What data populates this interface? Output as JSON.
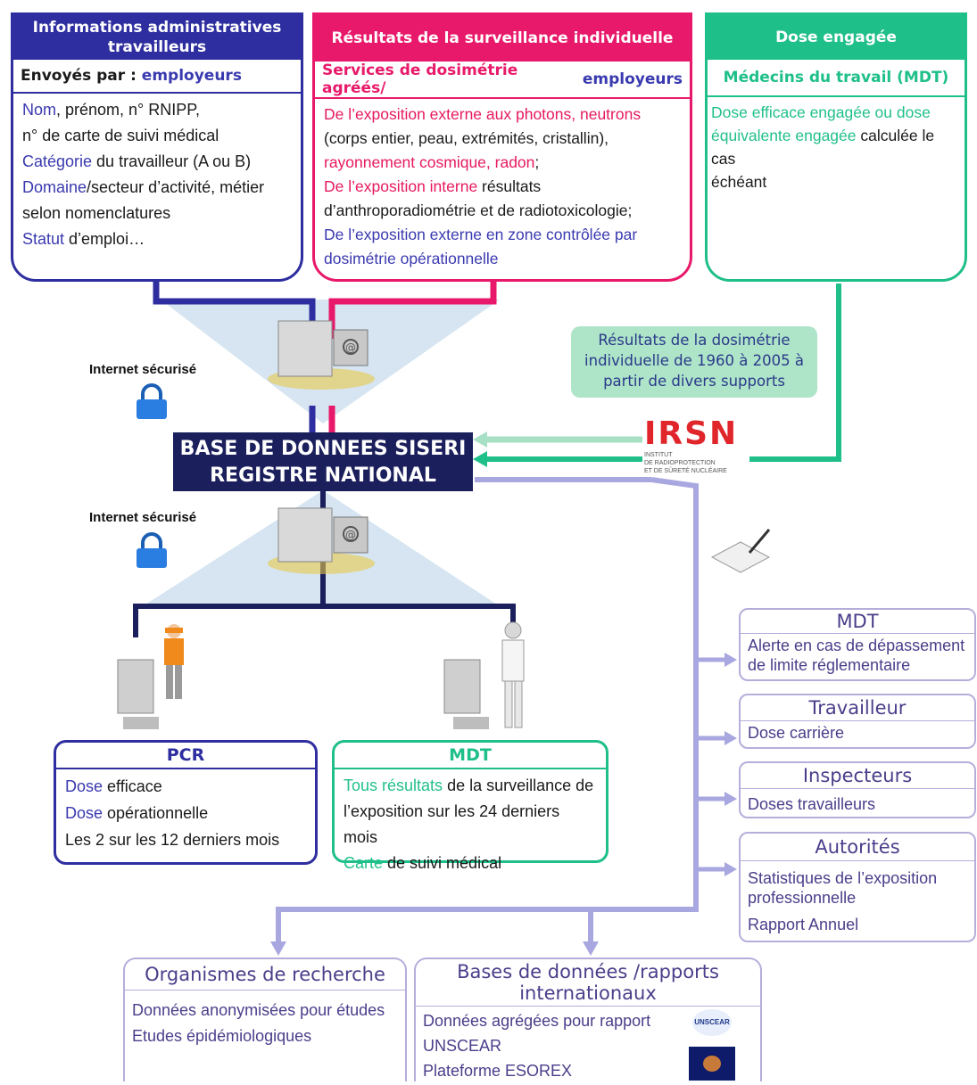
{
  "admin": {
    "title": "Informations administratives travailleurs",
    "sent_prefix": "Envoyés par : ",
    "sent_value": "employeurs",
    "lines": [
      {
        "hl": "Nom",
        "rest": ", prénom, n° RNIPP,"
      },
      {
        "hl": "",
        "rest": "n° de carte de suivi médical"
      },
      {
        "hl": "Catégorie",
        "rest": " du travailleur (A ou B)"
      },
      {
        "hl": "Domaine",
        "rest": "/secteur d’activité, métier"
      },
      {
        "hl": "",
        "rest": "selon nomenclatures"
      },
      {
        "hl": "Statut",
        "rest": " d’emploi…"
      }
    ],
    "color": "#2e2ea0"
  },
  "results": {
    "title": "Résultats de la surveillance individuelle",
    "sub_prefix": "Services de dosimétrie agréés/ ",
    "sub_value": "employeurs",
    "l1": "De l’exposition externe aux photons, neutrons",
    "l2": "(corps entier, peau, extrémités, cristallin),",
    "l3": "rayonnement cosmique, radon",
    "l3b": ";",
    "l4a": "De l’exposition interne",
    "l4b": " résultats",
    "l5": "d’anthroporadiométrie et de radiotoxicologie;",
    "l6": "De l’exposition externe en zone contrôlée par",
    "l7": "dosimétrie opérationnelle",
    "color": "#e8196a"
  },
  "dose": {
    "title": "Dose engagée",
    "sub": "Médecins du travail (MDT)",
    "l1": "Dose efficace engagée ou dose",
    "l2a": "équivalente engagée",
    "l2b": " calculée le cas",
    "l3": "échéant",
    "color": "#1fbf8a"
  },
  "internet1": "Internet sécurisé",
  "internet2": "Internet sécurisé",
  "db": {
    "line1": "BASE DE DONNEES SISERI",
    "line2": "REGISTRE NATIONAL"
  },
  "irsn": {
    "results_box": "Résultats de la dosimétrie individuelle de 1960 à 2005 à partir de divers supports",
    "logo": "IRSN",
    "logo_l1": "INSTITUT",
    "logo_l2": "DE RADIOPROTECTION",
    "logo_l3": "ET DE SÛRETÉ NUCLÉAIRE"
  },
  "pcr": {
    "title": "PCR",
    "l1a": "Dose",
    "l1b": " efficace",
    "l2a": "Dose",
    "l2b": " opérationnelle",
    "l3": "Les 2 sur les 12 derniers mois"
  },
  "mdt_bottom": {
    "title": "MDT",
    "l1a": "Tous résultats",
    "l1b": " de la surveillance de",
    "l2": "l’exposition sur les 24 derniers mois",
    "l3a": "Carte",
    "l3b": " de suivi médical"
  },
  "right": [
    {
      "title": "MDT",
      "text": "Alerte en cas de dépassement de limite réglementaire"
    },
    {
      "title": "Travailleur",
      "text": "Dose carrière"
    },
    {
      "title": "Inspecteurs",
      "text": "Doses travailleurs"
    },
    {
      "title": "Autorités",
      "text": "Statistiques de l’exposition professionnelle",
      "text2": "Rapport Annuel"
    }
  ],
  "research": {
    "title": "Organismes de recherche",
    "l1": "Données anonymisées pour études",
    "l2": "Etudes épidémiologiques"
  },
  "intl": {
    "title": "Bases de données /rapports internationaux",
    "l1": "Données agrégées pour rapport",
    "l2": "UNSCEAR",
    "l3": "Plateforme ESOREX",
    "unscear_logo": "UNSCEAR"
  },
  "colors": {
    "navy": "#1b1f5c",
    "blue": "#2e2ea0",
    "pink": "#e8196a",
    "green": "#1fbf8a",
    "lavender": "#b7addb",
    "irsn_red": "#e0252b"
  }
}
